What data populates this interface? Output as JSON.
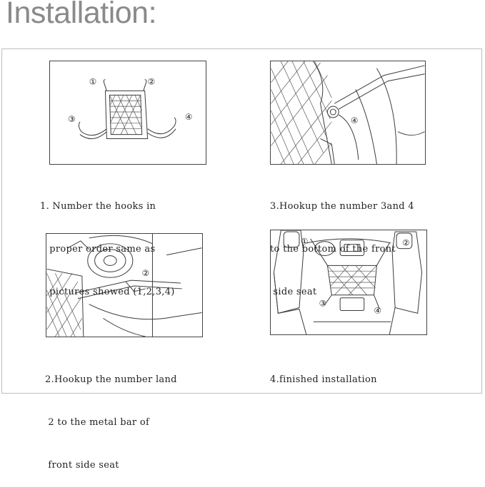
{
  "title": "Installation:",
  "steps": [
    {
      "lines": [
        "1. Number the hooks in",
        "   proper order same as",
        "   pictures showed (1,2,3,4)"
      ],
      "markers": [
        "①",
        "②",
        "③",
        "④"
      ]
    },
    {
      "lines": [
        "3.Hookup the number 3and 4",
        "to the bottom of the front",
        " side seat"
      ],
      "markers": [
        "④"
      ]
    },
    {
      "lines": [
        "2.Hookup the number land",
        " 2 to the metal bar of",
        " front side seat"
      ],
      "markers": [
        "②"
      ]
    },
    {
      "lines": [
        "4.finished installation"
      ],
      "markers": [
        "①",
        "②",
        "③",
        "④"
      ]
    }
  ]
}
